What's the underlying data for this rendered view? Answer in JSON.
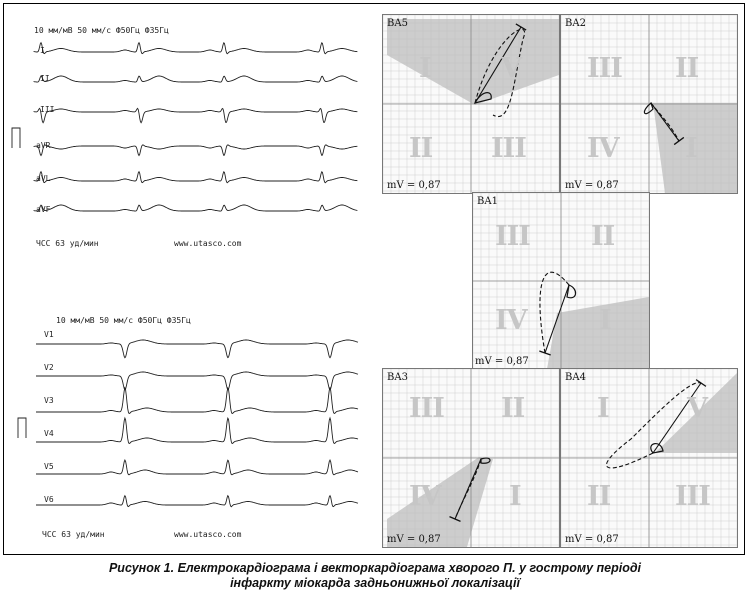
{
  "ecg_top": {
    "header": "10 мм/мВ 50 мм/с Ф50Гц Ф35Гц",
    "leads": [
      "I",
      "II",
      "III",
      "aVR",
      "aVL",
      "aVF"
    ],
    "hr_text": "ЧСС 63 уд/мин",
    "site": "www.utasco.com"
  },
  "ecg_bottom": {
    "header": "10 мм/мВ 50 мм/с Ф50Гц Ф35Гц",
    "leads": [
      "V1",
      "V2",
      "V3",
      "V4",
      "V5",
      "V6"
    ],
    "hr_text": "ЧСС 63 уд/мин",
    "site": "www.utasco.com"
  },
  "vcg_panels": [
    {
      "label": "BA5",
      "mv": "mV = 0,87",
      "sectors": [
        "I",
        "V",
        "II",
        "III"
      ]
    },
    {
      "label": "BA2",
      "mv": "mV = 0,87",
      "sectors": [
        "III",
        "II",
        "IV",
        "I"
      ]
    },
    {
      "label": "BA1",
      "mv": "mV = 0,87",
      "sectors": [
        "III",
        "II",
        "IV",
        "I"
      ]
    },
    {
      "label": "BA3",
      "mv": "mV = 0,87",
      "sectors": [
        "III",
        "II",
        "IV",
        "I"
      ]
    },
    {
      "label": "BA4",
      "mv": "mV = 0,87",
      "sectors": [
        "I",
        "V",
        "II",
        "III"
      ]
    }
  ],
  "caption": {
    "line1": "Рисунок 1. Електрокардіограма і векторкардіограма хворого П. у гострому періоді",
    "line2": "інфаркту міокарда задньонижньої локалізації"
  },
  "colors": {
    "grid": "#cfcfcf",
    "shade": "#bdbdbd",
    "trace": "#222222"
  }
}
